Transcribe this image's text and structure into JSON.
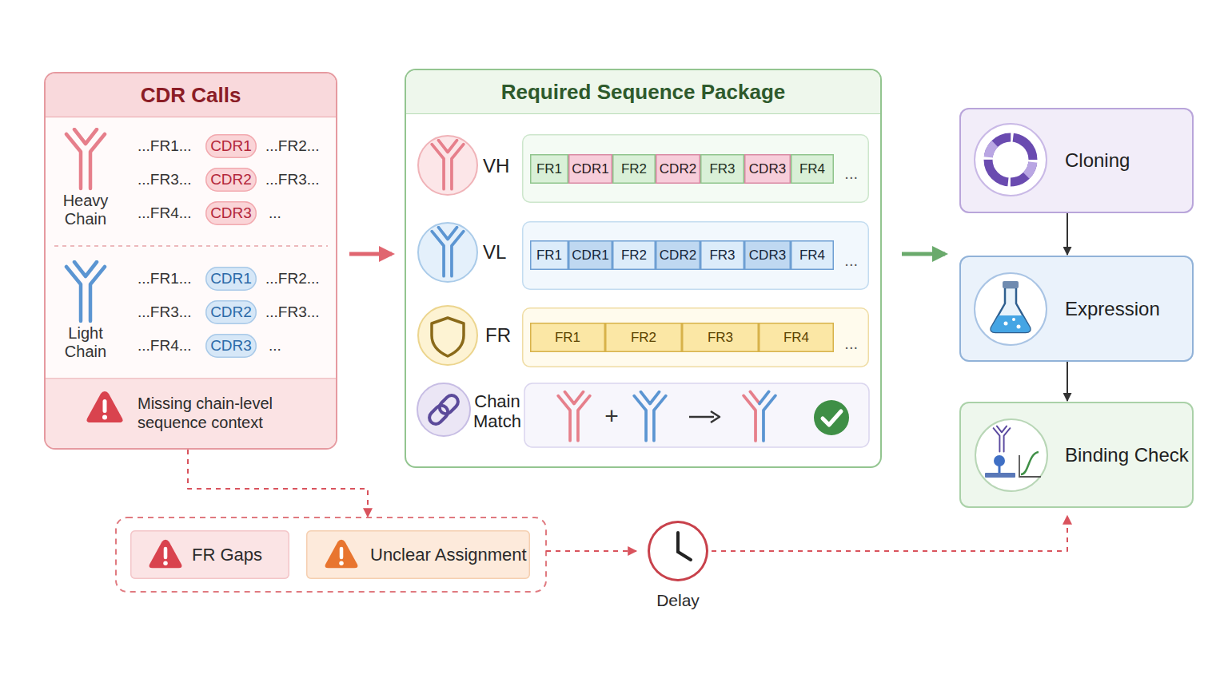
{
  "diagram": {
    "nodes": [
      {
        "text": [
          "CDR Calls"
        ]
      },
      {
        "text": [
          "CDR1"
        ],
        "in": 0
      },
      {
        "text": [
          "CDR2"
        ],
        "in": 0
      },
      {
        "text": [
          "CDR3"
        ],
        "in": 0
      },
      {
        "text": [
          "CDR1"
        ],
        "in": 0
      },
      {
        "text": [
          "CDR2"
        ],
        "in": 0
      },
      {
        "text": [
          "CDR3"
        ],
        "in": 0
      },
      {
        "text": [
          "Missing chain-level sequence context"
        ],
        "in": 0
      },
      {
        "text": [
          "Required Sequence Package"
        ]
      },
      {
        "text": [
          "..."
        ],
        "in": 8
      },
      {
        "text": [
          "FR1"
        ],
        "in": 9
      },
      {
        "text": [
          "CDR1"
        ],
        "in": 9
      },
      {
        "text": [
          "FR2"
        ],
        "in": 9
      },
      {
        "text": [
          "CDR2"
        ],
        "in": 9
      },
      {
        "text": [
          "FR3"
        ],
        "in": 9
      },
      {
        "text": [
          "CDR3"
        ],
        "in": 9
      },
      {
        "text": [
          "FR4"
        ],
        "in": 9
      },
      {
        "text": [
          "..."
        ],
        "in": 8
      },
      {
        "text": [
          "FR1"
        ],
        "in": 17
      },
      {
        "text": [
          "CDR1"
        ],
        "in": 17
      },
      {
        "text": [
          "FR2"
        ],
        "in": 17
      },
      {
        "text": [
          "CDR2"
        ],
        "in": 17
      },
      {
        "text": [
          "FR3"
        ],
        "in": 17
      },
      {
        "text": [
          "CDR3"
        ],
        "in": 17
      },
      {
        "text": [
          "FR4"
        ],
        "in": 17
      },
      {
        "text": [
          "..."
        ],
        "in": 8
      },
      {
        "text": [
          "FR1"
        ],
        "in": 25
      },
      {
        "text": [
          "FR2"
        ],
        "in": 25
      },
      {
        "text": [
          "FR3"
        ],
        "in": 25
      },
      {
        "text": [
          "FR4"
        ],
        "in": 25
      },
      {
        "text": [
          "Cloning"
        ]
      },
      {
        "text": [
          "Expression"
        ]
      },
      {
        "text": [
          "Binding Check"
        ]
      },
      {
        "text": [
          "FR Gaps"
        ]
      },
      {
        "text": [
          "Unclear Assignment"
        ]
      },
      {
        "text": [
          "Delay"
        ]
      }
    ],
    "edges": [
      {
        "from": 0,
        "to": 8,
        "arrow": "to"
      },
      {
        "from": 8,
        "to": 30,
        "arrow": "to"
      },
      {
        "from": 30,
        "to": 31,
        "arrow": "to"
      },
      {
        "from": 31,
        "to": 32,
        "arrow": "to"
      },
      {
        "from": 0,
        "to": 34,
        "arrow": "to"
      },
      {
        "from": 34,
        "to": 35,
        "arrow": "to"
      },
      {
        "from": 35,
        "to": 32,
        "arrow": "to"
      }
    ],
    "labels": [
      "...FR1...",
      "...FR2...",
      "...FR3...",
      "...FR3...",
      "...FR4...",
      "...",
      "...FR1...",
      "...FR2...",
      "...FR3...",
      "...FR3...",
      "...FR4...",
      "...",
      "Heavy Chain",
      "Light Chain",
      "VH",
      "VL",
      "FR",
      "Chain Match",
      "+"
    ]
  }
}
